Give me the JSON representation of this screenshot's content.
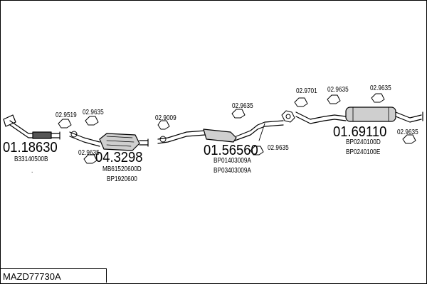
{
  "assembly_code": "MAZD77730A",
  "parts": [
    {
      "number": "01.18630",
      "refs": [
        "B33140500B"
      ]
    },
    {
      "number": "04.3298",
      "refs": [
        "MB61520600D",
        "BP1920600"
      ]
    },
    {
      "number": "01.56560",
      "refs": [
        "BP01403009A",
        "BP03403009A"
      ]
    },
    {
      "number": "01.69110",
      "refs": [
        "BP0240100D",
        "BP0240100E"
      ]
    }
  ],
  "accessories": [
    "02.9519",
    "02.9635",
    "02.9635",
    "02.9009",
    "02.9635",
    "02.9635",
    "02.9701",
    "02.9635",
    "02.9635",
    "02.9635"
  ],
  "footnote": "."
}
